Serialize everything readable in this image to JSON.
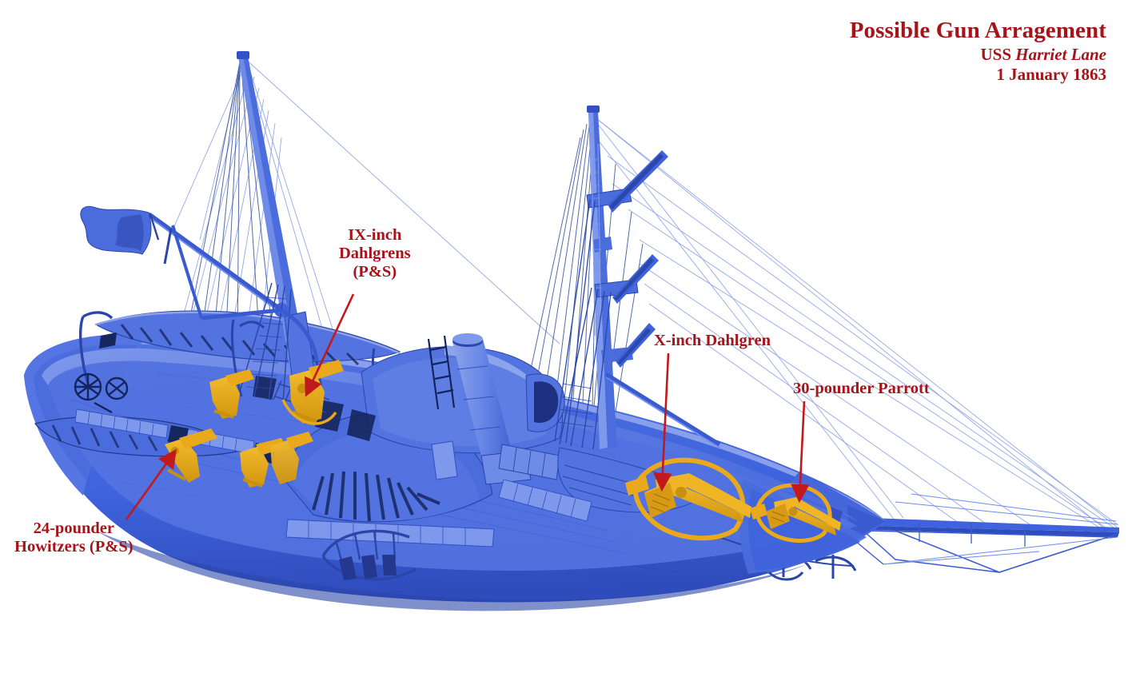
{
  "title_block": {
    "main": "Possible Gun Arragement",
    "ship_prefix": "USS ",
    "ship_name": "Harriet Lane",
    "date": "1 January 1863"
  },
  "callouts": [
    {
      "id": "dahlgren-ix",
      "text": "IX-inch\nDahlgrens\n(P&S)"
    },
    {
      "id": "dahlgren-x",
      "text": "X-inch Dahlgren"
    },
    {
      "id": "parrott-30",
      "text": "30-pounder Parrott"
    },
    {
      "id": "howitzer-24",
      "text": "24-pounder\nHowitzers (P&S)"
    }
  ],
  "colors": {
    "label_red": "#A81319",
    "leader_red": "#C2191C",
    "hull_blue": "#3F63DC",
    "hull_blue_light": "#6E8BE8",
    "hull_blue_mid": "#4A6CDD",
    "hull_blue_dark": "#2B46A8",
    "hull_shadow": "#1B2E72",
    "rigging_blue": "#3A5BD0",
    "rigging_faint": "#8FA4E6",
    "gun_yellow": "#E9A91B",
    "gun_yellow_dark": "#C8900F",
    "background": "#FFFFFF"
  },
  "subject": {
    "vessel": "USS Harriet Lane",
    "render_type": "3d-cad-perspective",
    "description": "Side-wheel steamer hull with foremast, mainmast, smokestack, paddle wheel, bowsprit and rigging; gun positions highlighted in yellow"
  }
}
